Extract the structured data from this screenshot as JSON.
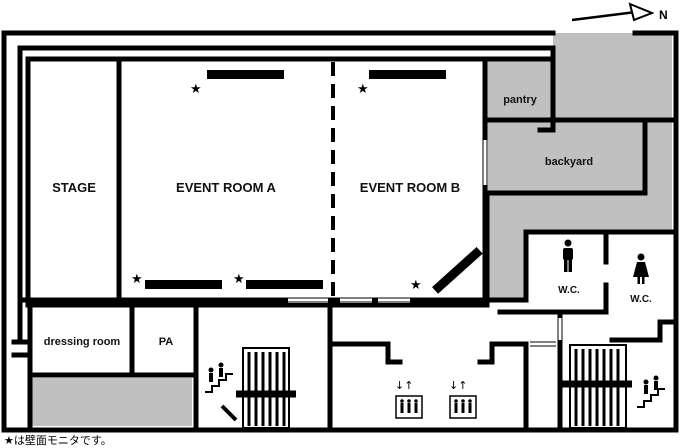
{
  "compass": {
    "label": "N"
  },
  "rooms": {
    "stage": "STAGE",
    "event_room_a": "EVENT ROOM A",
    "event_room_b": "EVENT ROOM B",
    "pantry": "pantry",
    "backyard": "backyard",
    "wc_men": "W.C.",
    "wc_women": "W.C.",
    "dressing_room": "dressing room",
    "pa": "PA"
  },
  "legend": {
    "monitor_note": "★は壁面モニタです。"
  },
  "colors": {
    "wall": "#000000",
    "service_area": "#c0c0c0",
    "floor": "#ffffff"
  },
  "icons": [
    "compass-north-arrow",
    "wall-monitor-star",
    "men-icon",
    "women-icon",
    "stairs-icon",
    "escalator-icon",
    "elevator-icon"
  ]
}
